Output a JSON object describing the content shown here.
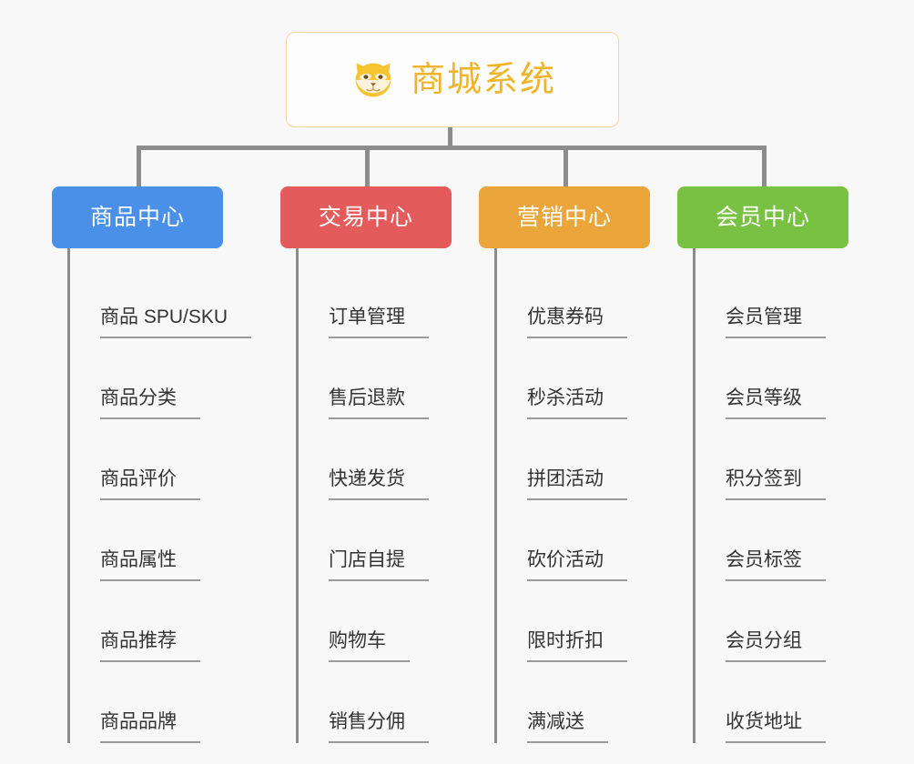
{
  "background_color": "#f8f8f8",
  "root": {
    "title": "商城系统",
    "logo_icon": "shiba-dog-face-icon",
    "title_color": "#f0b429",
    "border_color": "#f3d9a4"
  },
  "connector_color": "#8c8c8c",
  "columns": [
    {
      "title": "商品中心",
      "color": "#4a90e8",
      "items": [
        "商品 SPU/SKU",
        "商品分类",
        "商品评价",
        "商品属性",
        "商品推荐",
        "商品品牌"
      ]
    },
    {
      "title": "交易中心",
      "color": "#e45b5b",
      "items": [
        "订单管理",
        "售后退款",
        "快递发货",
        "门店自提",
        "购物车",
        "销售分佣"
      ]
    },
    {
      "title": "营销中心",
      "color": "#eaa63a",
      "items": [
        "优惠券码",
        "秒杀活动",
        "拼团活动",
        "砍价活动",
        "限时折扣",
        "满减送"
      ]
    },
    {
      "title": "会员中心",
      "color": "#79c142",
      "items": [
        "会员管理",
        "会员等级",
        "积分签到",
        "会员标签",
        "会员分组",
        "收货地址"
      ]
    }
  ]
}
